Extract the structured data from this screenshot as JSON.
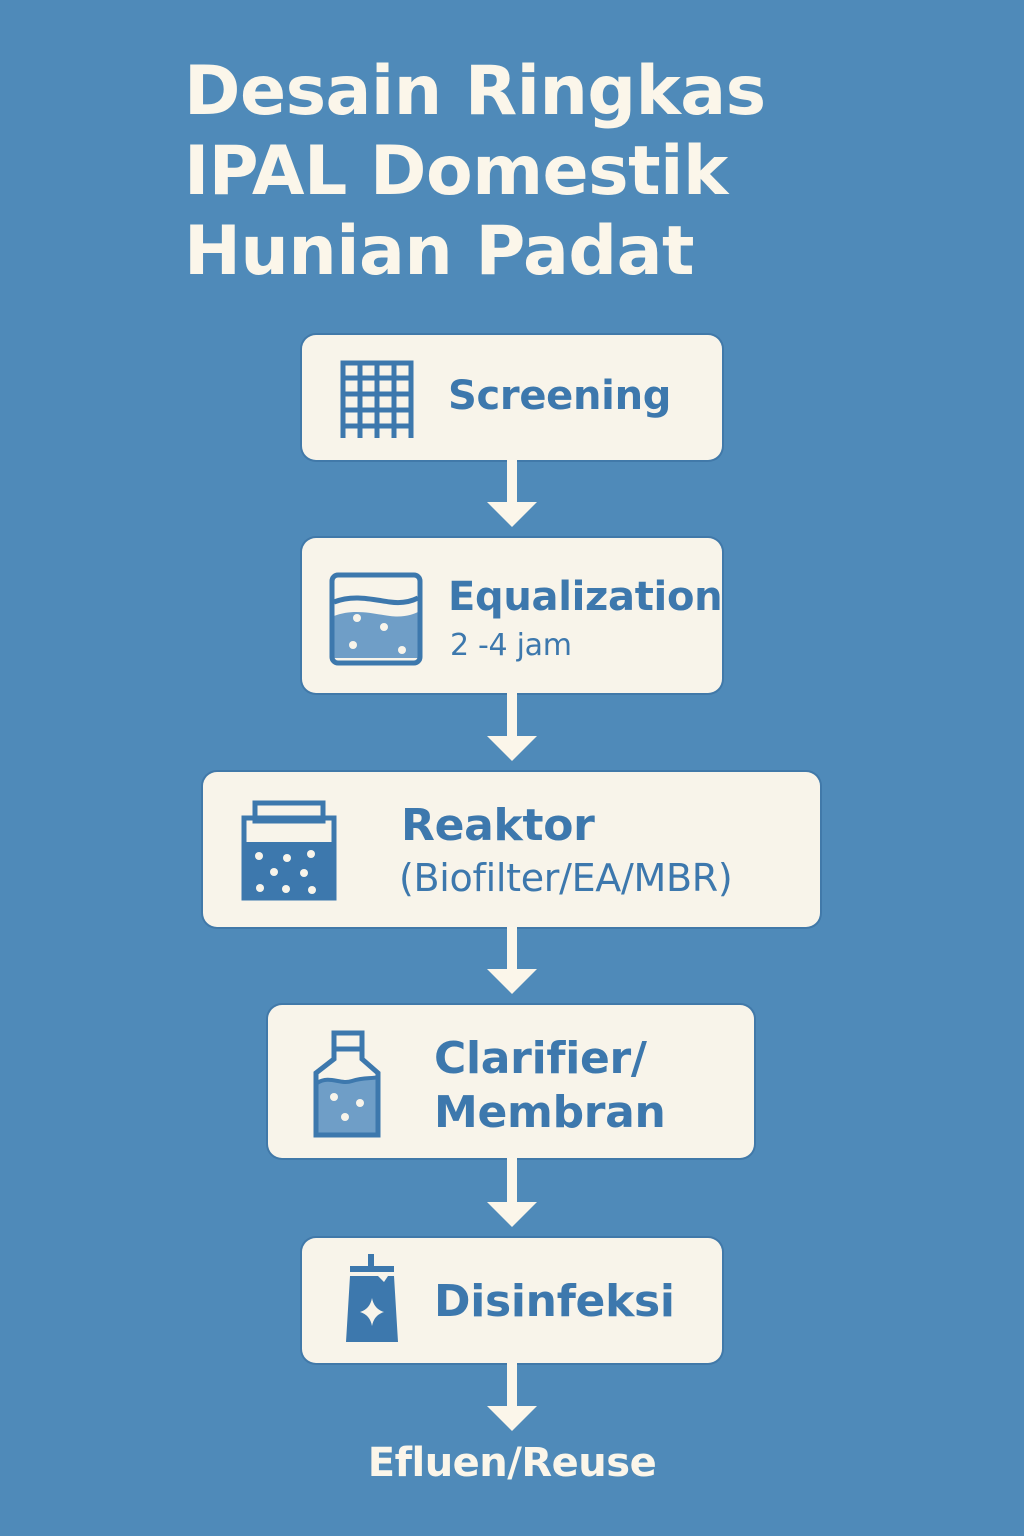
{
  "title": {
    "lines": [
      "Desain Ringkas",
      "IPAL Domestik",
      "Hunian Padat"
    ]
  },
  "colors": {
    "background": "#4f8ab9",
    "box": "#f8f4ea",
    "accent": "#3d78ad",
    "text_light": "#fbf6ea"
  },
  "steps": [
    {
      "label": "Screening",
      "icon": "screen-grid-icon"
    },
    {
      "label": "Equalization",
      "sublabel": "2 -4 jam",
      "icon": "tank-icon"
    },
    {
      "label": "Reaktor",
      "sublabel": "(Biofilter/EA/MBR)",
      "icon": "reactor-icon"
    },
    {
      "label": "Clarifier/",
      "sublabel": "Membran",
      "icon": "bottle-icon"
    },
    {
      "label": "Disinfeksi",
      "icon": "disinfect-container-icon"
    }
  ],
  "output": {
    "label": "Efluen/Reuse"
  }
}
